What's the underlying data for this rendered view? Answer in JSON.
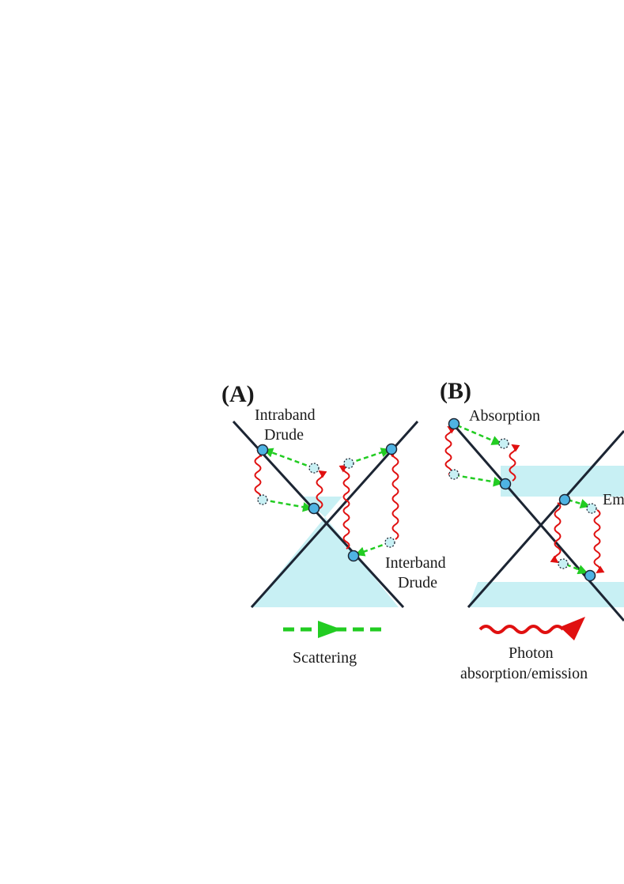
{
  "panels": {
    "a": {
      "tag": "(A)",
      "intraband_line1": "Intraband",
      "intraband_line2": "Drude",
      "interband_line1": "Interband",
      "interband_line2": "Drude"
    },
    "b": {
      "tag": "(B)",
      "absorption": "Absorption",
      "emission": "Em"
    }
  },
  "legend": {
    "scattering": "Scattering",
    "photon_line1": "Photon",
    "photon_line2": "absorption/emission"
  },
  "colors": {
    "fill": "#c8f0f4",
    "band_line": "#1c2533",
    "electron": "#4fb3e3",
    "scatter": "#22cc22",
    "photon": "#e01010"
  }
}
